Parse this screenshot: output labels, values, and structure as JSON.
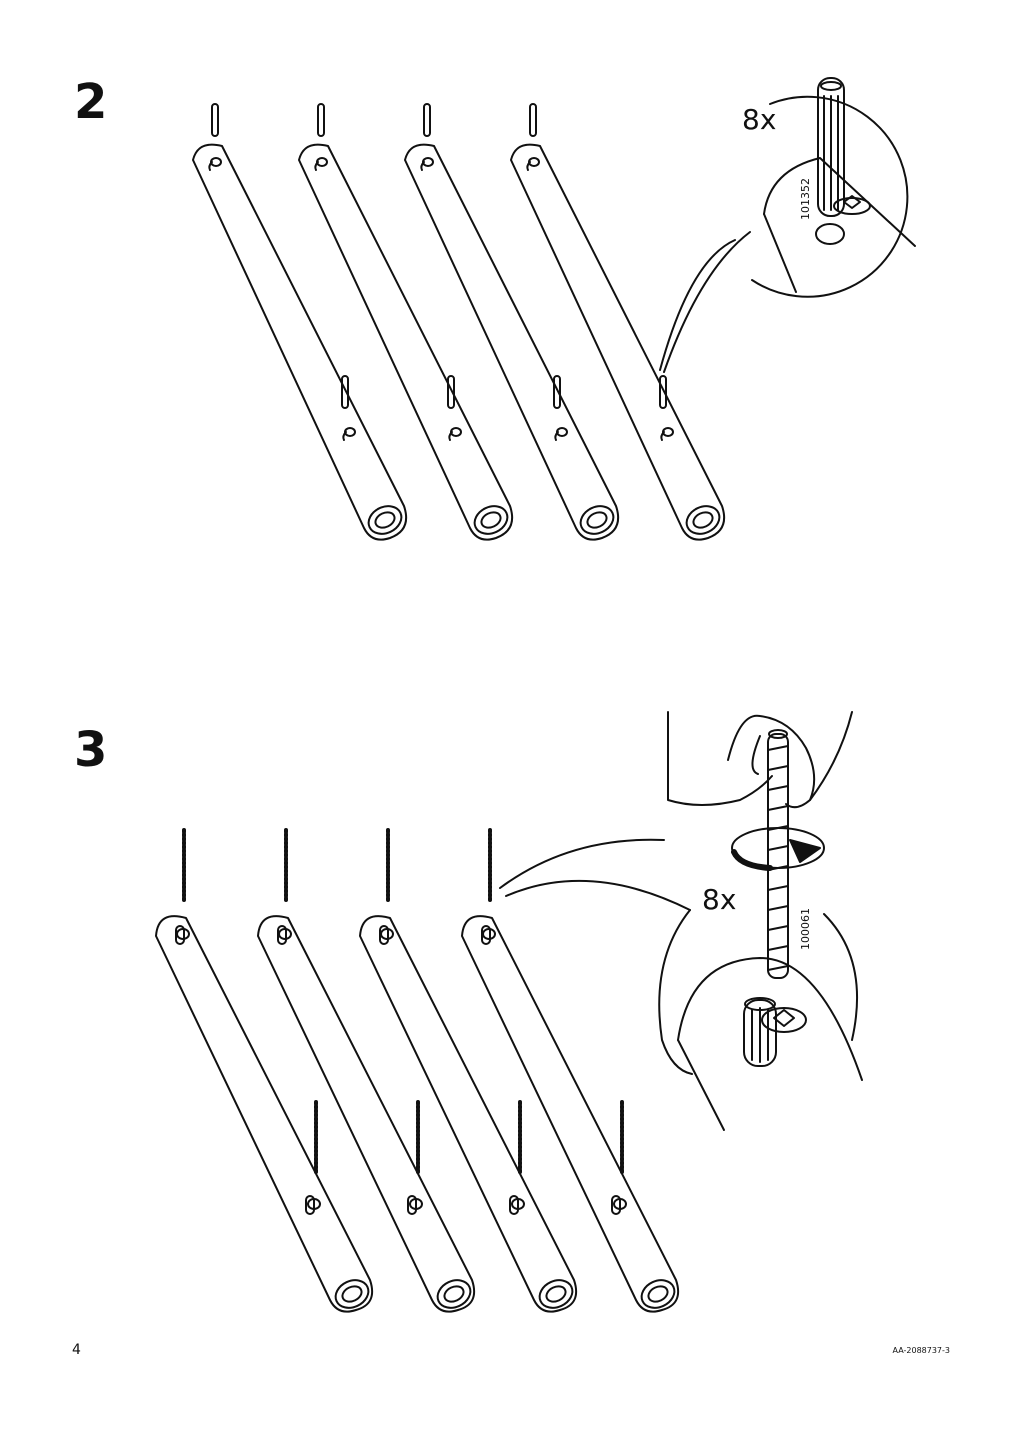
{
  "steps": [
    {
      "number": "2",
      "quantity": "8x",
      "part_number": "101352"
    },
    {
      "number": "3",
      "quantity": "8x",
      "part_number": "100061"
    }
  ],
  "footer": {
    "page_number": "4",
    "document_code": "AA-2088737-3"
  }
}
